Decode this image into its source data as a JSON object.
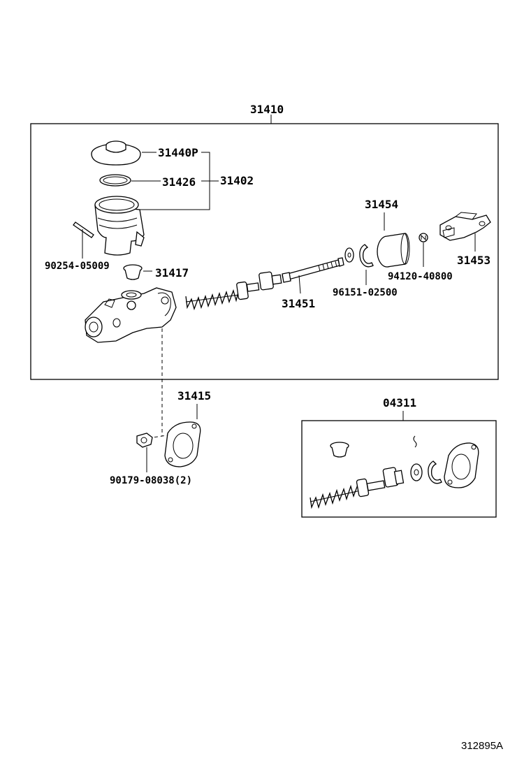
{
  "diagram_ref": "312895A",
  "assembly_label": "31410",
  "kit_label": "04311",
  "parts": {
    "cap": "31440P",
    "cap_gasket": "31426",
    "reservoir_group": "31402",
    "pin": "90254-05009",
    "grommet": "31417",
    "push_rod": "31451",
    "boot": "31454",
    "clip": "96151-02500",
    "nut": "94120-40800",
    "clevis": "31453",
    "gasket": "31415",
    "assembly_nut": "90179-08038",
    "assembly_nut_qty": "(2)"
  }
}
